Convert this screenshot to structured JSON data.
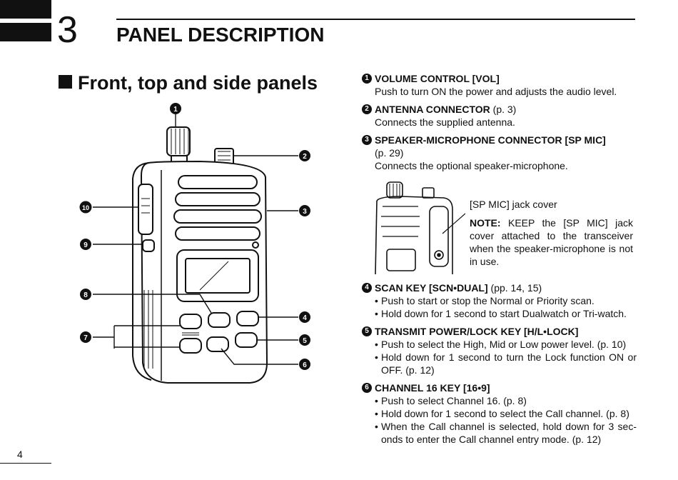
{
  "header": {
    "chapter_number": "3",
    "chapter_title": "PANEL DESCRIPTION"
  },
  "section": {
    "title": "Front, top and side panels"
  },
  "callouts": [
    "1",
    "2",
    "3",
    "4",
    "5",
    "6",
    "7",
    "8",
    "9",
    "10"
  ],
  "items": [
    {
      "num": "1",
      "title": "VOLUME CONTROL [VOL]",
      "ref": "",
      "desc": [
        "Push to turn ON the power and adjusts the audio level."
      ]
    },
    {
      "num": "2",
      "title": "ANTENNA CONNECTOR",
      "ref": "(p. 3)",
      "desc": [
        "Connects the supplied antenna."
      ]
    },
    {
      "num": "3",
      "title": "SPEAKER-MICROPHONE CONNECTOR [SP MIC]",
      "ref": "",
      "desc": [
        "(p. 29)",
        "Connects the optional speaker-microphone."
      ]
    }
  ],
  "inset": {
    "label": "[SP MIC] jack cover",
    "note_lead": "NOTE:",
    "note_text": "KEEP the [SP MIC] jack cover attached to the transceiver when the speaker-microphone is not in use."
  },
  "bullet_items": [
    {
      "num": "4",
      "title": "SCAN KEY [SCN•DUAL]",
      "ref": "(pp. 14, 15)",
      "bullets": [
        "Push to start or stop the Normal or Priority scan.",
        "Hold down for 1 second to start Dualwatch or Tri-watch."
      ]
    },
    {
      "num": "5",
      "title": "TRANSMIT POWER/LOCK KEY [H/L•LOCK]",
      "ref": "",
      "bullets": [
        "Push to select the High, Mid or Low power level. (p. 10)",
        "Hold down for 1 second to turn the Lock function ON or OFF. (p. 12)"
      ]
    },
    {
      "num": "6",
      "title": "CHANNEL 16 KEY [16•9]",
      "ref": "",
      "bullets": [
        "Push to select Channel 16. (p. 8)",
        "Hold down for 1 second to select the Call channel. (p. 8)",
        "When the Call channel is selected, hold down for 3 sec- onds to enter the Call channel entry mode. (p. 12)"
      ]
    }
  ],
  "bullet_char": "•",
  "footer": {
    "page_number": "4"
  }
}
